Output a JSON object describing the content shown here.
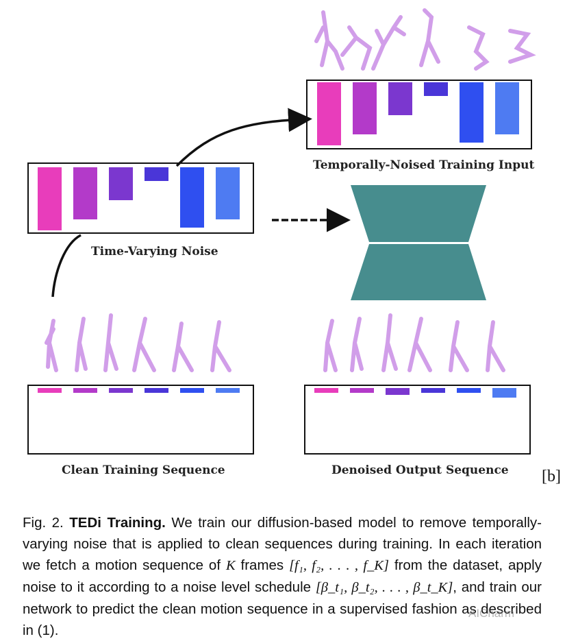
{
  "labels": {
    "noised_input": "Temporally-Noised Training Input",
    "noise": "Time-Varying Noise",
    "clean_seq": "Clean Training Sequence",
    "denoised_seq": "Denoised Output Sequence",
    "fig_tag": "[b]"
  },
  "colors": [
    "#e83dbb",
    "#b33ac9",
    "#7b37cf",
    "#4a36d8",
    "#2f4ff0",
    "#4e7bf2"
  ],
  "network_color": "#478d8e",
  "caption": {
    "fig": "Fig. 2.",
    "title": "TEDi Training.",
    "text1": "We train our diffusion-based model to remove temporally-varying noise that is applied to clean sequences during training. In each iteration we fetch a motion sequence of",
    "k": "K",
    "text2": "frames",
    "frames": "[f₁, f₂, . . . , f_K]",
    "text3": "from the dataset, apply noise to it according to a noise level schedule",
    "schedule": "[β_t₁, β_t₂, . . . , β_t_K]",
    "text4": ", and train our network to predict the clean motion sequence in a supervised fashion as described in (1)."
  },
  "watermark": "AICharm"
}
